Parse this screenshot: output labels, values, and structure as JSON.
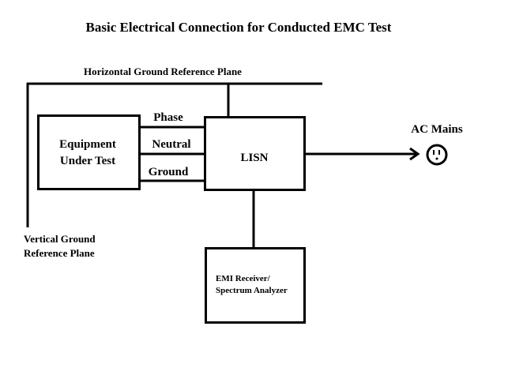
{
  "title": "Basic Electrical Connection for Conducted EMC Test",
  "planes": {
    "horizontal_label": "Horizontal Ground Reference Plane",
    "vertical_label_line1": "Vertical Ground",
    "vertical_label_line2": "Reference Plane"
  },
  "blocks": {
    "eut_line1": "Equipment",
    "eut_line2": "Under Test",
    "lisn": "LISN",
    "receiver_line1": "EMI Receiver/",
    "receiver_line2": "Spectrum Analyzer"
  },
  "connections": {
    "phase": "Phase",
    "neutral": "Neutral",
    "ground": "Ground"
  },
  "mains": {
    "label": "AC Mains",
    "icon": "power-outlet-icon"
  },
  "colors": {
    "line": "#000000",
    "background": "#ffffff"
  }
}
